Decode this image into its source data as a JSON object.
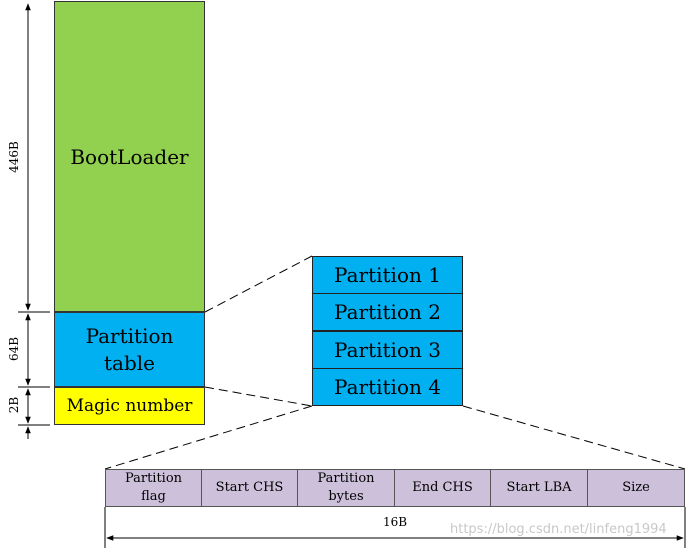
{
  "mbr": {
    "bootloader": "BootLoader",
    "partition_table_line1": "Partition",
    "partition_table_line2": "table",
    "magic": "Magic number"
  },
  "sizes": {
    "bootloader": "446B",
    "partition_table": "64B",
    "magic": "2B",
    "entry": "16B"
  },
  "partitions": [
    "Partition 1",
    "Partition 2",
    "Partition 3",
    "Partition 4"
  ],
  "entry_fields": [
    {
      "line1": "Partition",
      "line2": "flag"
    },
    {
      "line1": "Start CHS",
      "line2": ""
    },
    {
      "line1": "Partition",
      "line2": "bytes"
    },
    {
      "line1": "End CHS",
      "line2": ""
    },
    {
      "line1": "Start LBA",
      "line2": ""
    },
    {
      "line1": "Size",
      "line2": ""
    }
  ],
  "watermark": "https://blog.csdn.net/linfeng1994",
  "colors": {
    "bootloader": "#92d050",
    "partition": "#00b0f0",
    "magic": "#ffff00",
    "entry": "#ccc0da"
  }
}
